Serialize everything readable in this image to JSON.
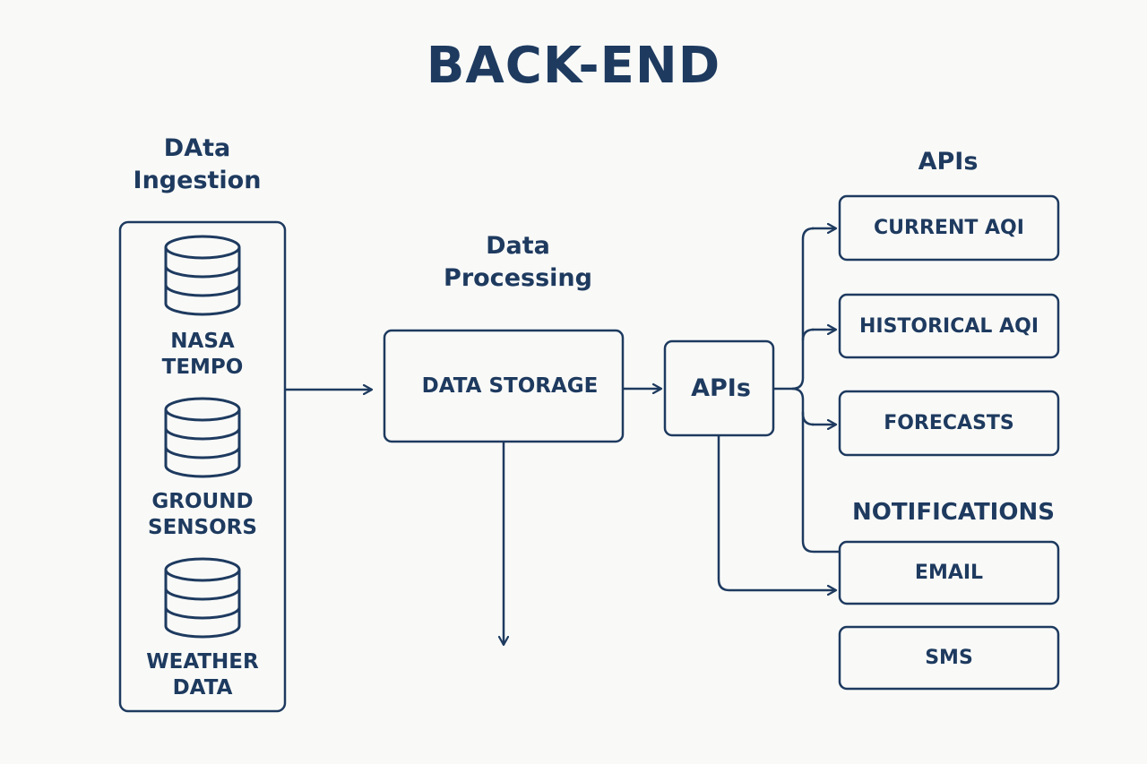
{
  "title": "BACK-END",
  "colors": {
    "ink": "#1e3a5f",
    "background": "#f9faf8"
  },
  "ingestion": {
    "heading": "DAta\nIngestion",
    "sources": [
      {
        "label": "NASA\nTEMPO",
        "icon": "database-icon"
      },
      {
        "label": "GROUND\nSENSORS",
        "icon": "database-icon"
      },
      {
        "label": "WEATHER\nDATA",
        "icon": "database-icon"
      }
    ]
  },
  "processing": {
    "heading": "Data\nProcessing",
    "storage_label": "DATA STORAGE"
  },
  "api_hub": {
    "label": "APIs"
  },
  "api_endpoints": {
    "heading": "APIs",
    "items": [
      "CURRENT AQI",
      "HISTORICAL AQI",
      "FORECASTS"
    ]
  },
  "notifications": {
    "heading": "NOTIFICATIONS",
    "items": [
      "EMAIL",
      "SMS"
    ]
  }
}
